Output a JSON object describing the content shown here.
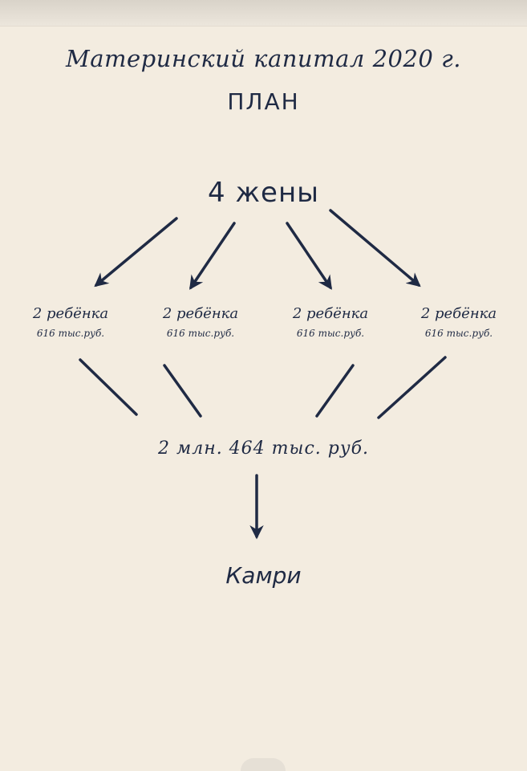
{
  "title": "Материнский капитал 2020 г.",
  "subtitle": "ПЛАН",
  "wives": "4 жены",
  "children": [
    {
      "label": "2 ребёнка",
      "amount": "616 тыс.руб."
    },
    {
      "label": "2 ребёнка",
      "amount": "616 тыс.руб."
    },
    {
      "label": "2 ребёнка",
      "amount": "616 тыс.руб."
    },
    {
      "label": "2 ребёнка",
      "amount": "616 тыс.руб."
    }
  ],
  "total": "2 млн. 464 тыс. руб.",
  "result": "Камри",
  "colors": {
    "ink": "#1f2a44",
    "paper": "#f3ece0"
  }
}
